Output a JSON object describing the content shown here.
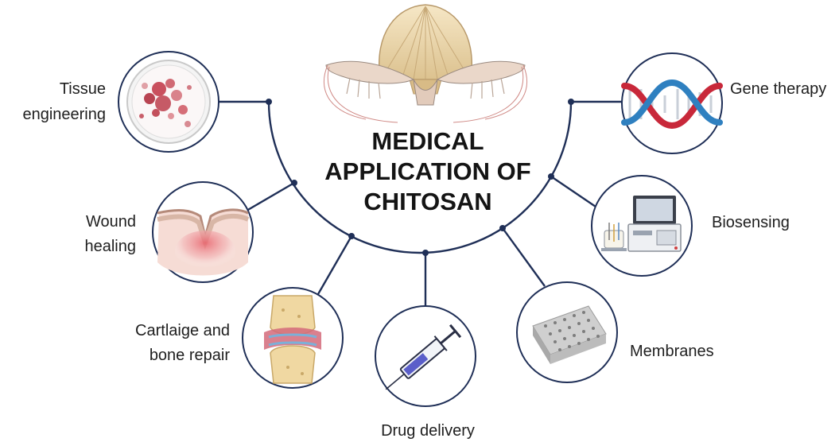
{
  "title": {
    "line1": "MEDICAL",
    "line2": "APPLICATION OF",
    "line3": "CHITOSAN"
  },
  "applications": {
    "tissue": {
      "line1": "Tissue",
      "line2": "engineering",
      "icon": "petri-dish-icon"
    },
    "wound": {
      "line1": "Wound",
      "line2": "healing",
      "icon": "skin-wound-icon"
    },
    "cartilage": {
      "line1": "Cartlaige and",
      "line2": "bone repair",
      "icon": "knee-joint-icon"
    },
    "drug": {
      "line1": "Drug delivery",
      "icon": "syringe-icon"
    },
    "membranes": {
      "line1": "Membranes",
      "icon": "porous-membrane-icon"
    },
    "biosensing": {
      "line1": "Biosensing",
      "icon": "laptop-sensor-icon"
    },
    "gene": {
      "line1": "Gene therapy",
      "icon": "dna-helix-icon"
    }
  },
  "colors": {
    "line": "#1f2f57",
    "dna_red": "#c8283a",
    "dna_blue": "#2f80c0"
  }
}
